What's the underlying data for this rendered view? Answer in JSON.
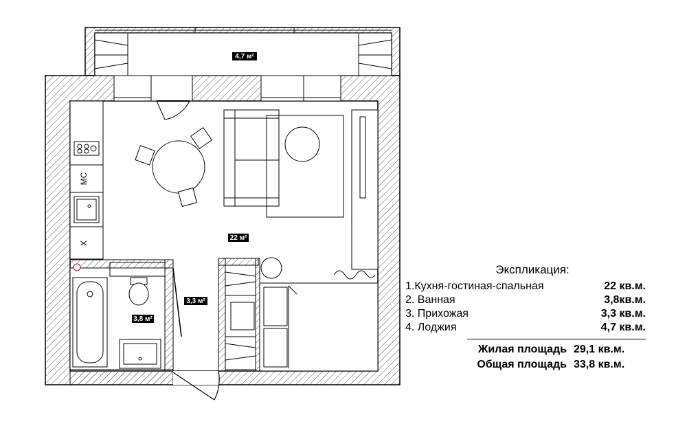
{
  "rooms": {
    "loggia_area": "4,7 м²",
    "main_area": "22 м²",
    "hall_area": "3,3 м²",
    "bath_area": "3,8 м²",
    "mc_label": "МС",
    "x_label": "Х"
  },
  "legend": {
    "title": "Экспликация:",
    "items": [
      {
        "label": "1.Кухня-гостиная-спальная",
        "value": "22 кв.м."
      },
      {
        "label": "2. Ванная",
        "value": "3,8кв.м."
      },
      {
        "label": "3. Прихожая",
        "value": "3,3 кв.м."
      },
      {
        "label": "4. Лоджия",
        "value": "4,7 кв.м."
      }
    ],
    "living_label": "Жилая площадь",
    "living_value": "29,1 кв.м.",
    "total_label": "Общая площадь",
    "total_value": "33,8 кв.м."
  },
  "colors": {
    "line": "#000000",
    "hatch": "#555555",
    "fill": "#ffffff"
  }
}
